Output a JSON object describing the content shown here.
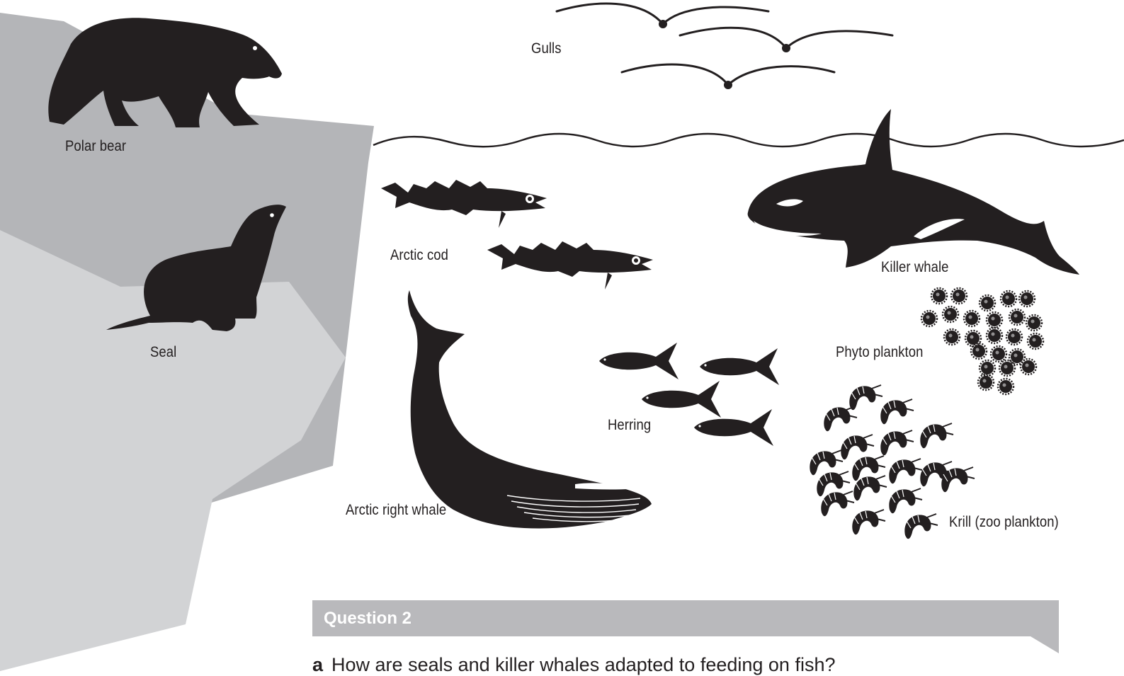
{
  "labels": {
    "gulls": "Gulls",
    "polar_bear": "Polar bear",
    "seal": "Seal",
    "arctic_cod": "Arctic cod",
    "killer_whale": "Killer whale",
    "arctic_right_whale": "Arctic right whale",
    "herring": "Herring",
    "phyto_plankton": "Phyto plankton",
    "krill": "Krill (zoo plankton)"
  },
  "question": {
    "title": "Question 2",
    "part_letter": "a",
    "part_text": "How are seals and killer whales adapted to feeding on fish?"
  },
  "colors": {
    "ice_dark": "#b4b5b8",
    "ice_light": "#d2d3d5",
    "silhouette": "#231f20",
    "question_bar": "#b9b9bc"
  }
}
